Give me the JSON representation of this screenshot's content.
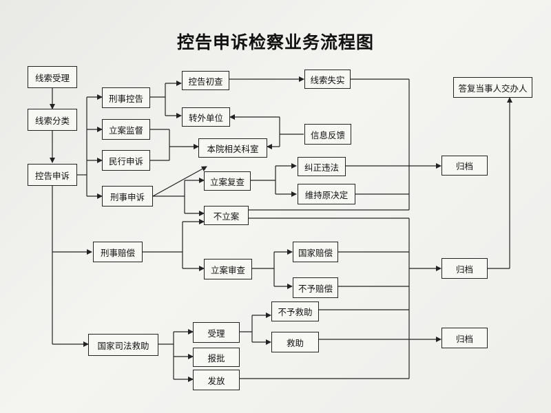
{
  "title": "控告申诉检察业务流程图",
  "nodes": {
    "xiansuo_shouli": "线索受理",
    "xiansuo_fenlei": "线索分类",
    "konggao_shensu": "控告申诉",
    "xingshi_konggao": "刑事控告",
    "lian_jiandu": "立案监督",
    "minxing_shensu": "民行申诉",
    "xingshi_shensu": "刑事申诉",
    "xingshi_peichang": "刑事赔偿",
    "guojia_sifa_jiuzhu": "国家司法救助",
    "konggao_chucha": "控告初查",
    "zhuanwai_danwei": "转外单位",
    "benyuan_keshi": "本院相关科室",
    "lian_fucha": "立案复查",
    "bu_lian": "不立案",
    "lian_shencha": "立案审查",
    "shouli": "受理",
    "baopi": "报批",
    "fafang": "发放",
    "xiansuo_shishi": "线索失实",
    "xinxi_fankui": "信息反馈",
    "jiuzheng_weifa": "纠正违法",
    "weichi_yuan_jueding": "维持原决定",
    "guojia_peichang": "国家赔偿",
    "buyu_peichang": "不予赔偿",
    "buyu_jiuzhu": "不予救助",
    "jiuzhu": "救助",
    "guidang_1": "归档",
    "guidang_2": "归档",
    "guidang_3": "归档",
    "dafu_dangshiren": "答复当事人交办人"
  },
  "colors": {
    "line": "#222222",
    "box_border": "#222222",
    "box_fill": "#f7f7f4"
  }
}
